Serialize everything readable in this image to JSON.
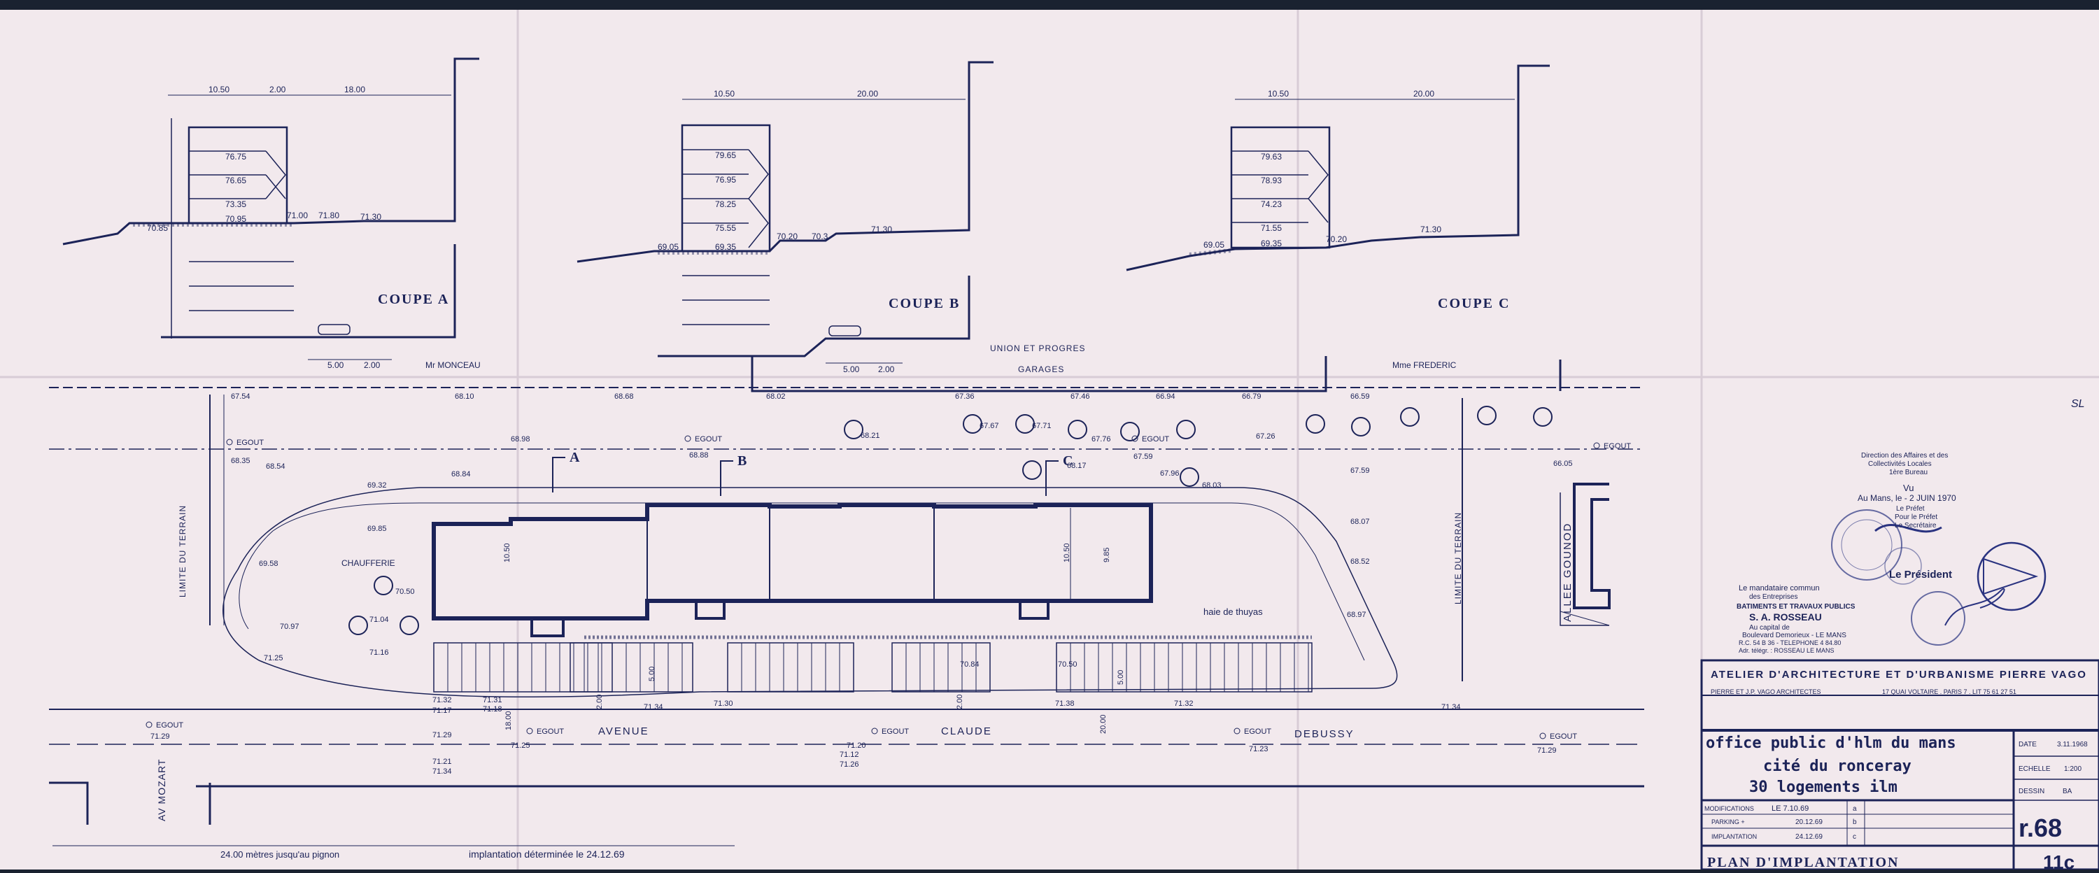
{
  "sections": {
    "a": {
      "title": "COUPE A",
      "dims": [
        "10.50",
        "2.00",
        "18.00"
      ],
      "levels": [
        "76.75",
        "76.65",
        "73.35",
        "70.95",
        "70.85",
        "71.00",
        "71.80",
        "71.30"
      ],
      "parking": [
        "5.00",
        "2.00"
      ],
      "neighbour": "Mr MONCEAU"
    },
    "b": {
      "title": "COUPE B",
      "dims": [
        "10.50",
        "20.00"
      ],
      "levels": [
        "79.65",
        "76.95",
        "78.25",
        "75.55",
        "69.35",
        "69.05",
        "70.20",
        "70.3",
        "71.30"
      ],
      "parking": [
        "5.00",
        "2.00"
      ],
      "neighbour_1": "UNION ET PROGRES",
      "neighbour_2": "GARAGES"
    },
    "c": {
      "title": "COUPE C",
      "dims": [
        "10.50",
        "20.00"
      ],
      "levels": [
        "79.63",
        "78.93",
        "74.23",
        "71.55",
        "69.35",
        "69.05",
        "70.20",
        "71.30"
      ],
      "neighbour": "Mme FREDERIC"
    }
  },
  "plan": {
    "top_levels": [
      "67.54",
      "68.10",
      "68.68",
      "68.02",
      "67.36",
      "67.46",
      "66.94",
      "66.79",
      "66.59"
    ],
    "levels": [
      "68.35",
      "68.54",
      "68.98",
      "68.84",
      "68.88",
      "68.21",
      "67.67",
      "67.71",
      "67.76",
      "68.17",
      "67.59",
      "67.26",
      "67.96",
      "68.03",
      "67.59",
      "66.05",
      "69.32",
      "69.85",
      "69.58",
      "70.50",
      "70.97",
      "71.04",
      "71.16",
      "71.25",
      "68.07",
      "68.52",
      "68.97",
      "71.32",
      "71.17",
      "71.31",
      "71.18",
      "71.34",
      "71.30",
      "71.38",
      "71.32",
      "71.34",
      "71.29",
      "71.21",
      "71.34",
      "71.25",
      "71.20",
      "71.12",
      "71.26",
      "71.23",
      "71.29",
      "71.29",
      "70.84",
      "70.50"
    ],
    "dims": [
      "10.50",
      "10.50",
      "9.85",
      "18.00",
      "2.00",
      "5.00",
      "2.00",
      "5.00",
      "20.00"
    ],
    "egout": "EGOUT",
    "section_marks": [
      "A",
      "B",
      "C"
    ],
    "chaufferie": "CHAUFFERIE",
    "hedge": "haie de thuyas",
    "limite_left": "LIMITE DU TERRAIN",
    "limite_right": "LIMITE DU TERRAIN",
    "allee": "ALLEE GOUNOD",
    "street": [
      "AVENUE",
      "CLAUDE",
      "DEBUSSY"
    ],
    "av_mozart": "AV MOZART",
    "pignon_note": "24.00 mètres jusqu'au pignon",
    "implantation_note": "implantation déterminée le 24.12.69"
  },
  "stamps": {
    "approval": [
      "Direction des Affaires et des",
      "Collectivités Locales",
      "1ère Bureau",
      "Vu",
      "Au Mans, le - 2 JUIN 1970",
      "Le Préfet",
      "Pour le Préfet",
      "Le Secrétaire"
    ],
    "president": "Le Président",
    "contractor": [
      "Le mandataire commun",
      "des Entreprises",
      "BATIMENTS ET TRAVAUX PUBLICS",
      "S. A. ROSSEAU",
      "Au capital de",
      "Boulevard Demorieux - LE MANS",
      "R.C. 54 B 36 - TELEPHONE 4 84.80",
      "Adr. télégr. : ROSSEAU LE MANS"
    ],
    "margin_mark": "SL"
  },
  "title_block": {
    "atelier": "ATELIER D'ARCHITECTURE ET D'URBANISME PIERRE VAGO",
    "architects": "PIERRE ET J.P. VAGO ARCHITECTES",
    "address": "17 QUAI VOLTAIRE . PARIS 7 . LIT 75 61 27 51",
    "client": "office public d'hlm du mans",
    "project_1": "cité du ronceray",
    "project_2": "30 logements ilm",
    "date_label": "DATE",
    "date": "3.11.1968",
    "scale_label": "ECHELLE",
    "scale": "1:200",
    "drawn_label": "DESSIN",
    "drawn": "BA",
    "modifications": [
      {
        "label": "MODIFICATIONS",
        "date": "LE 7.10.69",
        "code": "a"
      },
      {
        "label": "PARKING +",
        "date": "20.12.69",
        "code": "b"
      },
      {
        "label": "IMPLANTATION",
        "date": "24.12.69",
        "code": "c"
      }
    ],
    "drawing_no": "r.68",
    "sheet_title": "PLAN D'IMPLANTATION",
    "sheet_no": "11c"
  }
}
